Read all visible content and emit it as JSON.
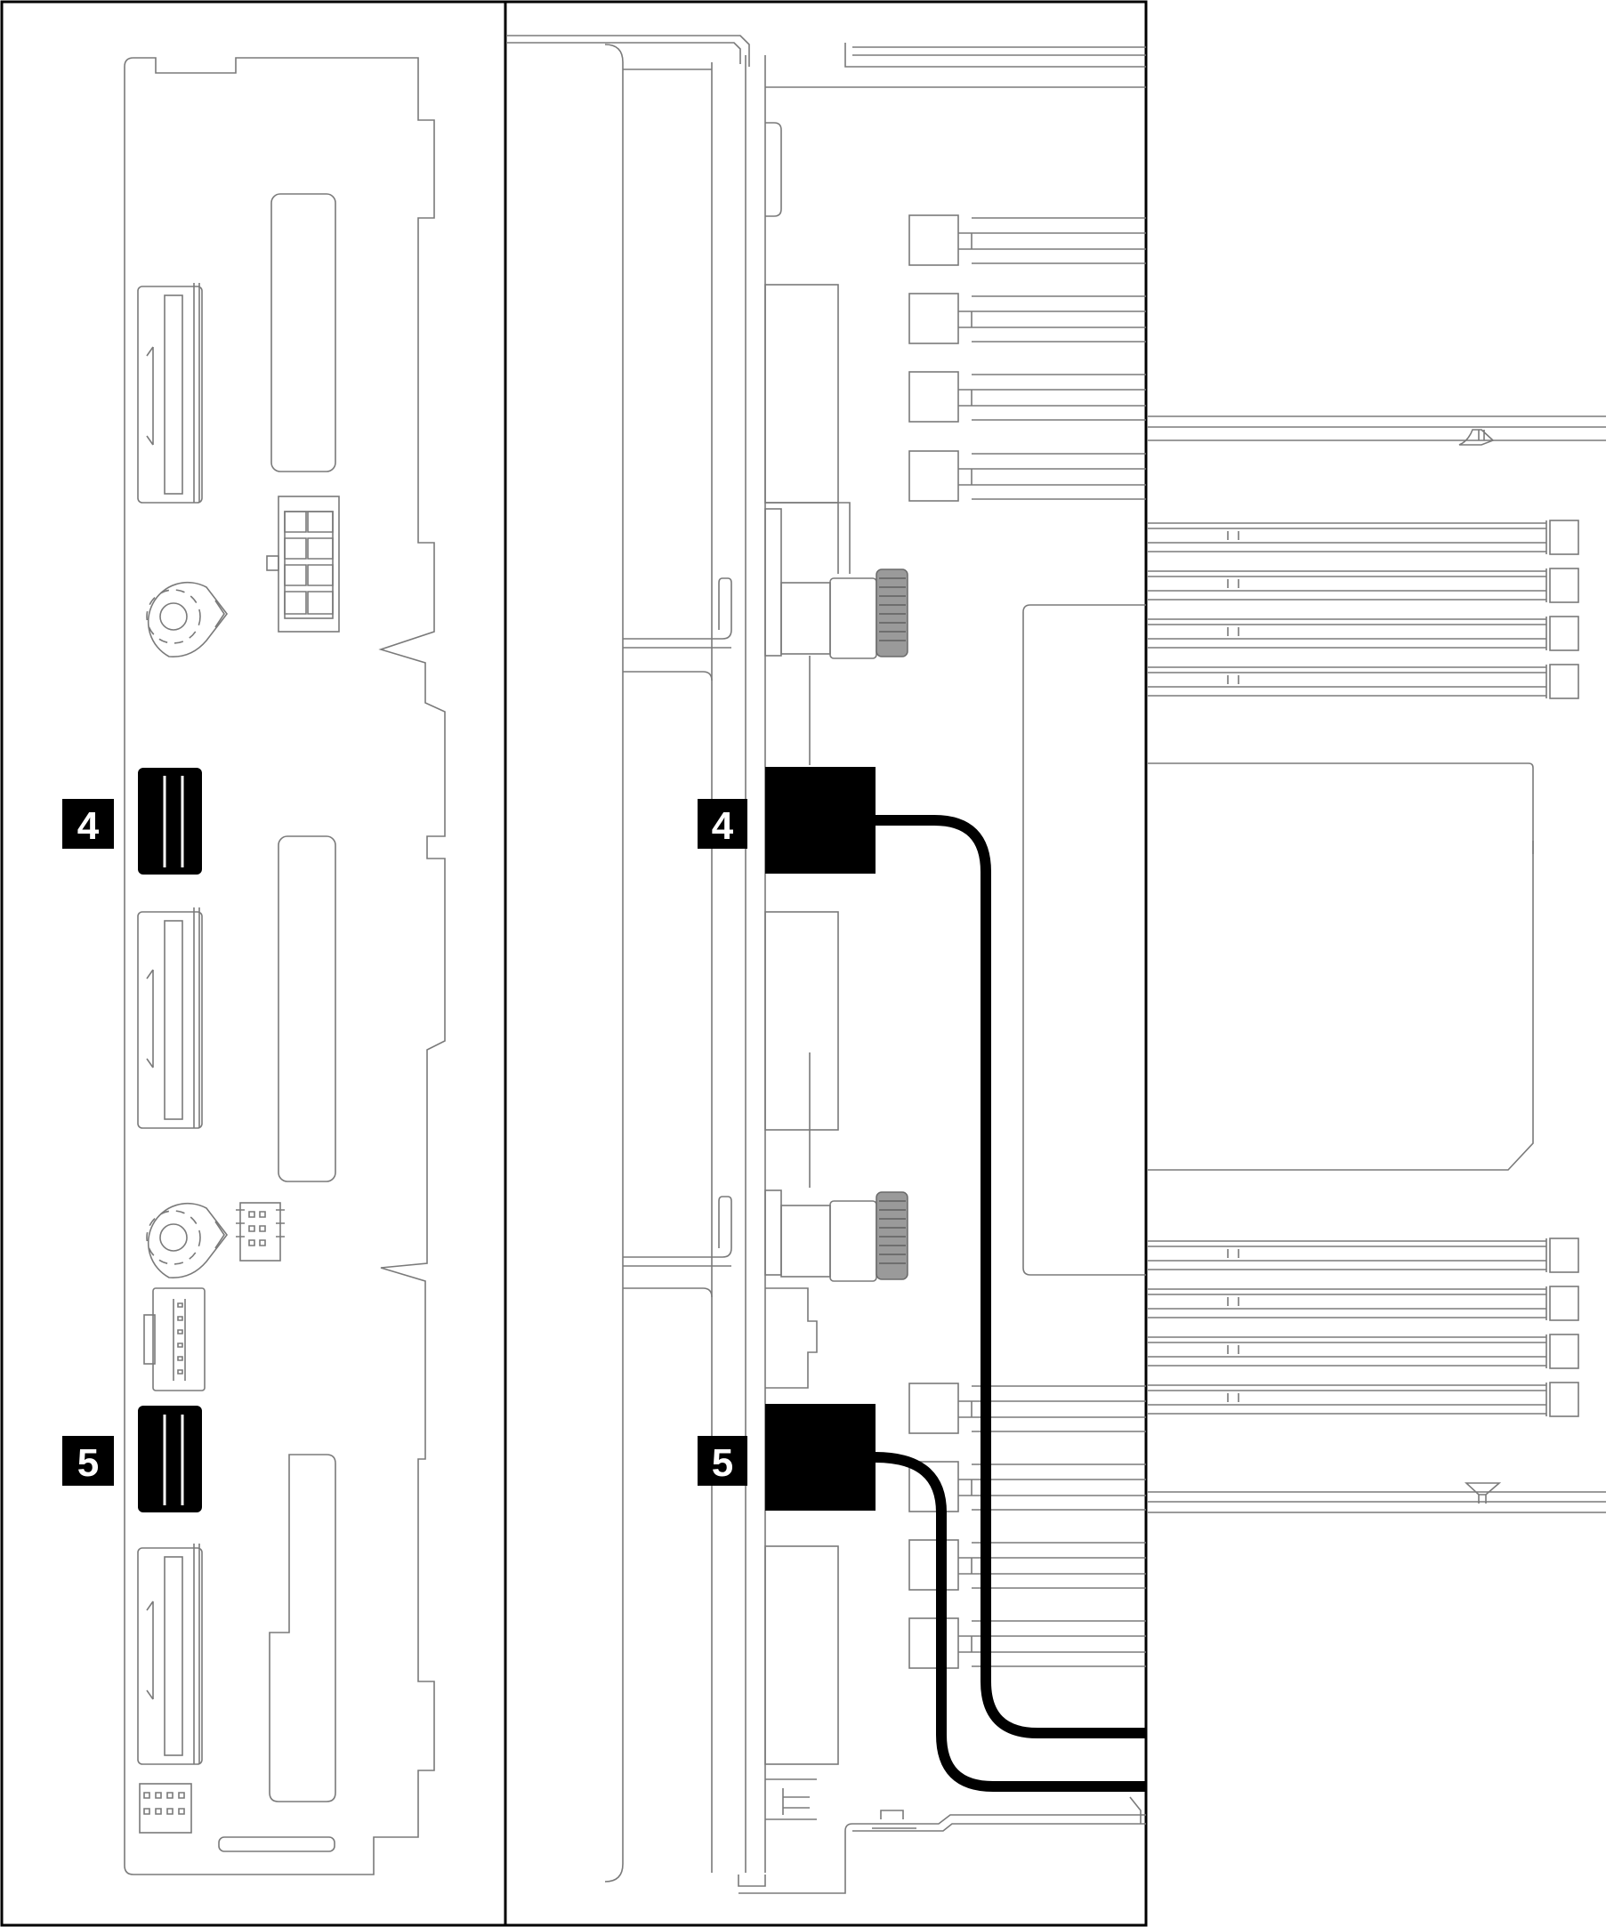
{
  "figure": {
    "left_panel": {
      "callouts": [
        {
          "id": "left-callout-4",
          "label": "4"
        },
        {
          "id": "left-callout-5",
          "label": "5"
        }
      ]
    },
    "right_panel": {
      "callouts": [
        {
          "id": "right-callout-4",
          "label": "4"
        },
        {
          "id": "right-callout-5",
          "label": "5"
        }
      ]
    },
    "colors": {
      "outline": "#7a7a7a",
      "highlight": "#000000",
      "background": "#ffffff"
    }
  }
}
